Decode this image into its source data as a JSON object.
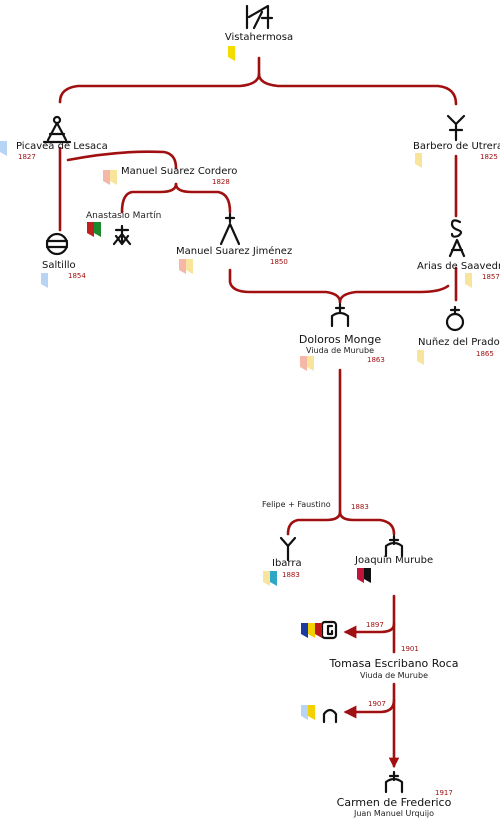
{
  "colors": {
    "line": "#a01010",
    "ink": "#111111",
    "year": "#a01010"
  },
  "nodes": {
    "vistahermosa": {
      "name": "Vistahermosa"
    },
    "picavea": {
      "name": "Picavea de Lesaca",
      "year": "1827"
    },
    "barbero": {
      "name": "Barbero de Utrera",
      "year": "1825"
    },
    "manuel_sc": {
      "name": "Manuel Suarez Cordero",
      "year": "1828"
    },
    "anastasio": {
      "name": "Anastasio Martín"
    },
    "saltillo": {
      "name": "Saltillo",
      "year": "1854"
    },
    "manuel_sj": {
      "name": "Manuel Suarez Jiménez",
      "year": "1850"
    },
    "arias": {
      "name": "Arias de Saavedra",
      "year": "1857"
    },
    "dolores": {
      "name": "Doloros Monge",
      "sub": "Viuda de Murube",
      "year": "1863"
    },
    "nunez": {
      "name": "Nuñez del Prado",
      "year": "1865"
    },
    "ibarra": {
      "name": "Ibarra",
      "year": "1883"
    },
    "joaquin": {
      "name": "Joaquín Murube"
    },
    "tomasa": {
      "name": "Tomasa Escribano Roca",
      "sub": "Viuda de Murube",
      "year": "1901"
    },
    "carmen": {
      "name": "Carmen de Frederico",
      "sub": "Juan Manuel Urquijo",
      "year": "1917"
    }
  },
  "edges": {
    "felipe_faustino": "Felipe + Faustino",
    "split_year": "1883",
    "branch_1897": "1897",
    "branch_1907": "1907"
  },
  "icons": {
    "vistahermosa": "brand-mark-icon",
    "picavea": "brand-mark-icon",
    "barbero": "brand-mark-icon",
    "anastasio": "brand-mark-icon",
    "saltillo": "brand-mark-icon",
    "manuel_sj": "brand-mark-icon",
    "arias": "brand-mark-icon",
    "dolores": "brand-mark-icon",
    "nunez": "brand-mark-icon",
    "ibarra": "brand-mark-icon",
    "joaquin": "brand-mark-icon",
    "branch_1897": "brand-mark-icon",
    "branch_1907": "brand-mark-icon",
    "carmen": "brand-mark-icon",
    "flag": "ribbon-flag-icon"
  },
  "flags": {
    "vistahermosa": [
      "#f5dc00"
    ],
    "picavea": [
      "#b8d4f5"
    ],
    "manuel_sc": [
      "#f5b8a6",
      "#f8e49a"
    ],
    "anastasio": [
      "#c02020",
      "#1a8a2a"
    ],
    "saltillo": [
      "#b8d4f5"
    ],
    "manuel_sj": [
      "#f5b8a6",
      "#f8e49a"
    ],
    "barbero": [
      "#f8e49a"
    ],
    "arias": [
      "#f8e49a"
    ],
    "dolores": [
      "#f5b8a6",
      "#f8e49a"
    ],
    "nunez": [
      "#f8e49a"
    ],
    "ibarra": [
      "#f8e49a",
      "#2ea6c8"
    ],
    "joaquin": [
      "#c0143c",
      "#111111"
    ],
    "branch_1897": [
      "#1c3aa0",
      "#f5d000",
      "#c01818"
    ],
    "branch_1907": [
      "#b8d4f5",
      "#f5d000"
    ]
  }
}
